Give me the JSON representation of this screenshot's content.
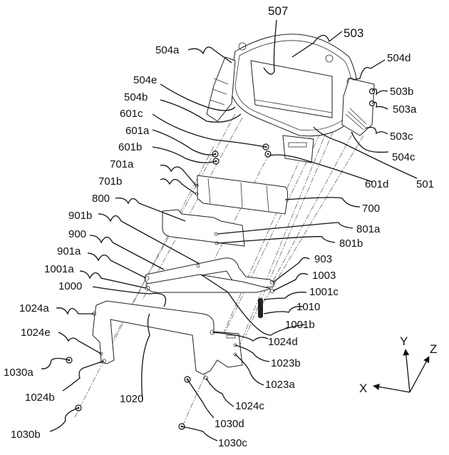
{
  "figure": {
    "type": "exploded-assembly-drawing",
    "labels": {
      "l507": "507",
      "l503": "503",
      "l504a": "504a",
      "l504d": "504d",
      "l504e": "504e",
      "l504b": "504b",
      "l503b": "503b",
      "l503a": "503a",
      "l601c": "601c",
      "l601a": "601a",
      "l503c": "503c",
      "l601b": "601b",
      "l504c": "504c",
      "l701a": "701a",
      "l701b": "701b",
      "l601d": "601d",
      "l501": "501",
      "l800": "800",
      "l700": "700",
      "l901b": "901b",
      "l801a": "801a",
      "l900": "900",
      "l801b": "801b",
      "l901a": "901a",
      "l1001a": "1001a",
      "l903": "903",
      "l1003": "1003",
      "l1000": "1000",
      "l1001c": "1001c",
      "l1024a": "1024a",
      "l1010": "1010",
      "l1001b": "1001b",
      "l1024e": "1024e",
      "l1024d": "1024d",
      "l1030a": "1030a",
      "l1023b": "1023b",
      "l1024b": "1024b",
      "l1023a": "1023a",
      "l1020": "1020",
      "l1024c": "1024c",
      "l1030d": "1030d",
      "l1030b": "1030b",
      "l1030c": "1030c"
    },
    "axes": {
      "x": "X",
      "y": "Y",
      "z": "Z"
    }
  }
}
